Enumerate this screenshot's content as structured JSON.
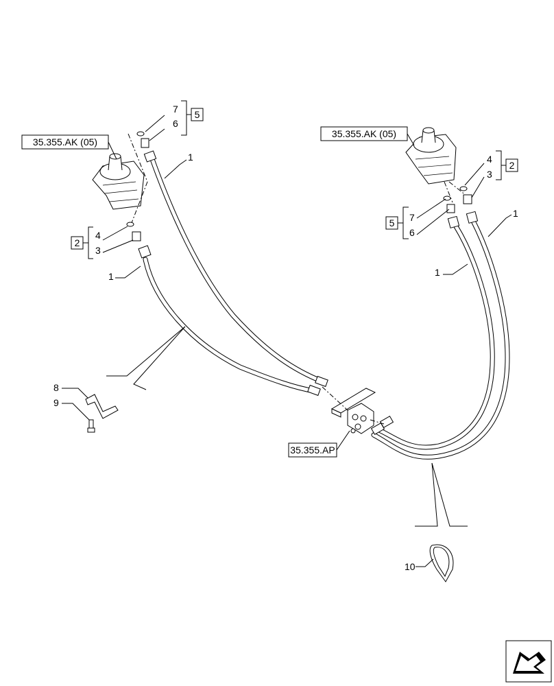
{
  "refs": {
    "joystick_left": "35.355.AK (05)",
    "joystick_right": "35.355.AK (05)",
    "valve": "35.355.AP"
  },
  "kits": {
    "left_upper": "5",
    "left_lower": "2",
    "right_upper": "2",
    "right_lower": "5"
  },
  "callouts": {
    "c7_left": "7",
    "c6_left": "6",
    "c1_left_top": "1",
    "c4_left": "4",
    "c3_left": "3",
    "c1_left_lower": "1",
    "c4_right": "4",
    "c3_right": "3",
    "c7_right": "7",
    "c6_right": "6",
    "c1_right_top": "1",
    "c1_right_lower": "1",
    "c8": "8",
    "c9": "9",
    "c10": "10"
  },
  "icons": {
    "nav": "next-page-arrow-icon"
  }
}
